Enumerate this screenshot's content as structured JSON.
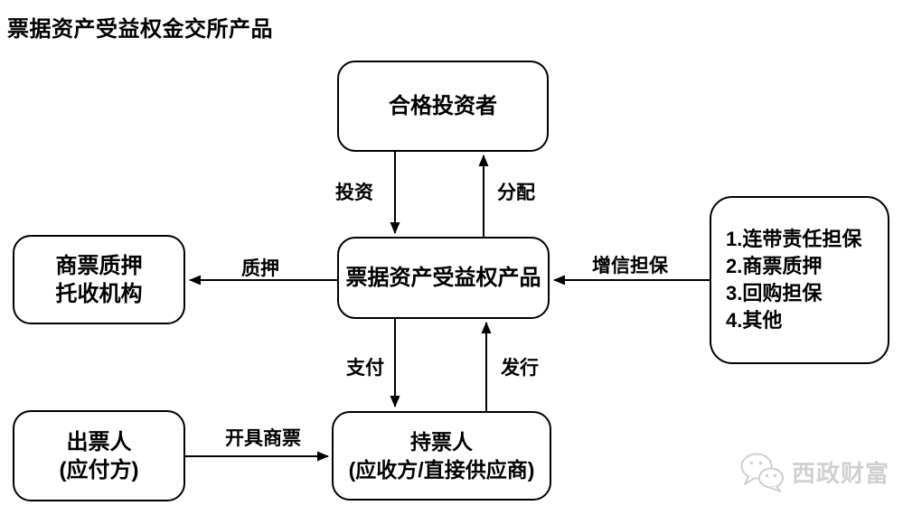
{
  "title": "票据资产受益权金交所产品",
  "nodes": {
    "investor": {
      "lines": [
        "合格投资者"
      ]
    },
    "product": {
      "lines": [
        "票据资产受益权产品"
      ]
    },
    "pledge_agency": {
      "lines": [
        "商票质押",
        "托收机构"
      ]
    },
    "guarantee_options": {
      "lines": [
        "1.连带责任担保",
        "2.商票质押",
        "3.回购担保",
        "4.其他"
      ]
    },
    "drawer": {
      "lines": [
        "出票人",
        "(应付方)"
      ]
    },
    "holder": {
      "lines": [
        "持票人",
        "(应收方/直接供应商)"
      ]
    }
  },
  "edges": [
    {
      "name": "invest",
      "label": "投资",
      "from": "investor",
      "to": "product"
    },
    {
      "name": "distribute",
      "label": "分配",
      "from": "product",
      "to": "investor"
    },
    {
      "name": "pledge",
      "label": "质押",
      "from": "product",
      "to": "pledge_agency"
    },
    {
      "name": "credit-guarantee",
      "label": "增信担保",
      "from": "guarantee_options",
      "to": "product"
    },
    {
      "name": "pay",
      "label": "支付",
      "from": "product",
      "to": "holder"
    },
    {
      "name": "issue",
      "label": "发行",
      "from": "holder",
      "to": "product"
    },
    {
      "name": "issue-bill",
      "label": "开具商票",
      "from": "drawer",
      "to": "holder"
    }
  ],
  "watermark": {
    "text": "西政财富",
    "icon": "wechat-icon"
  },
  "colors": {
    "line": "#000000",
    "background": "#ffffff",
    "watermark": "#d0d0d0"
  }
}
